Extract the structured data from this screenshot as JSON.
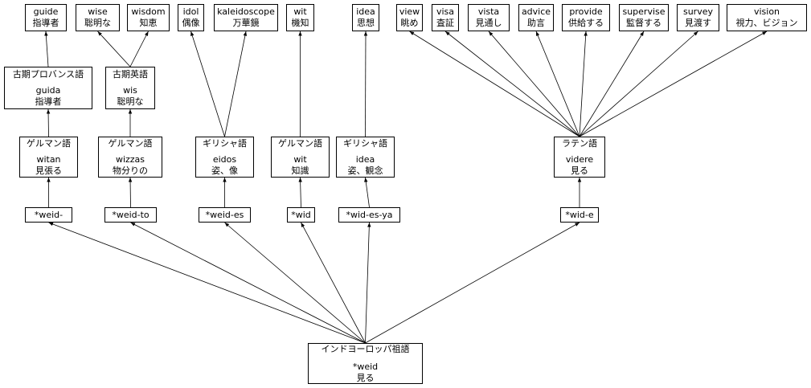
{
  "root": {
    "lang": "インドヨーロッパ祖語",
    "word": "*weid",
    "meaning": "見る"
  },
  "stems": {
    "weid": "*weid-",
    "weid_to": "*weid-to",
    "weid_es": "*weid-es",
    "wid": "*wid",
    "wid_es_ya": "*wid-es-ya",
    "wid_e": "*wid-e"
  },
  "ancestors": {
    "witan": {
      "lang": "ゲルマン語",
      "word": "witan",
      "meaning": "見張る"
    },
    "wizzas": {
      "lang": "ゲルマン語",
      "word": "wizzas",
      "meaning": "物分りの"
    },
    "eidos": {
      "lang": "ギリシャ語",
      "word": "eidos",
      "meaning": "姿、像"
    },
    "wit": {
      "lang": "ゲルマン語",
      "word": "wit",
      "meaning": "知識"
    },
    "idea": {
      "lang": "ギリシャ語",
      "word": "idea",
      "meaning": "姿、観念"
    },
    "videre": {
      "lang": "ラテン語",
      "word": "videre",
      "meaning": "見る"
    },
    "guida": {
      "lang": "古期プロバンス語",
      "word": "guida",
      "meaning": "指導者"
    },
    "wis": {
      "lang": "古期英語",
      "word": "wis",
      "meaning": "聡明な"
    }
  },
  "words": [
    {
      "id": "guide",
      "word": "guide",
      "meaning": "指導者"
    },
    {
      "id": "wise",
      "word": "wise",
      "meaning": "聡明な"
    },
    {
      "id": "wisdom",
      "word": "wisdom",
      "meaning": "知恵"
    },
    {
      "id": "idol",
      "word": "idol",
      "meaning": "偶像"
    },
    {
      "id": "kaleidoscope",
      "word": "kaleidoscope",
      "meaning": "万華鏡"
    },
    {
      "id": "wit-en",
      "word": "wit",
      "meaning": "機知"
    },
    {
      "id": "idea-en",
      "word": "idea",
      "meaning": "思想"
    },
    {
      "id": "view",
      "word": "view",
      "meaning": "眺め"
    },
    {
      "id": "visa",
      "word": "visa",
      "meaning": "査証"
    },
    {
      "id": "vista",
      "word": "vista",
      "meaning": "見通し"
    },
    {
      "id": "advice",
      "word": "advice",
      "meaning": "助言"
    },
    {
      "id": "provide",
      "word": "provide",
      "meaning": "供給する"
    },
    {
      "id": "supervise",
      "word": "supervise",
      "meaning": "監督する"
    },
    {
      "id": "survey",
      "word": "survey",
      "meaning": "見渡す"
    },
    {
      "id": "vision",
      "word": "vision",
      "meaning": "視力、ビジョン"
    }
  ]
}
